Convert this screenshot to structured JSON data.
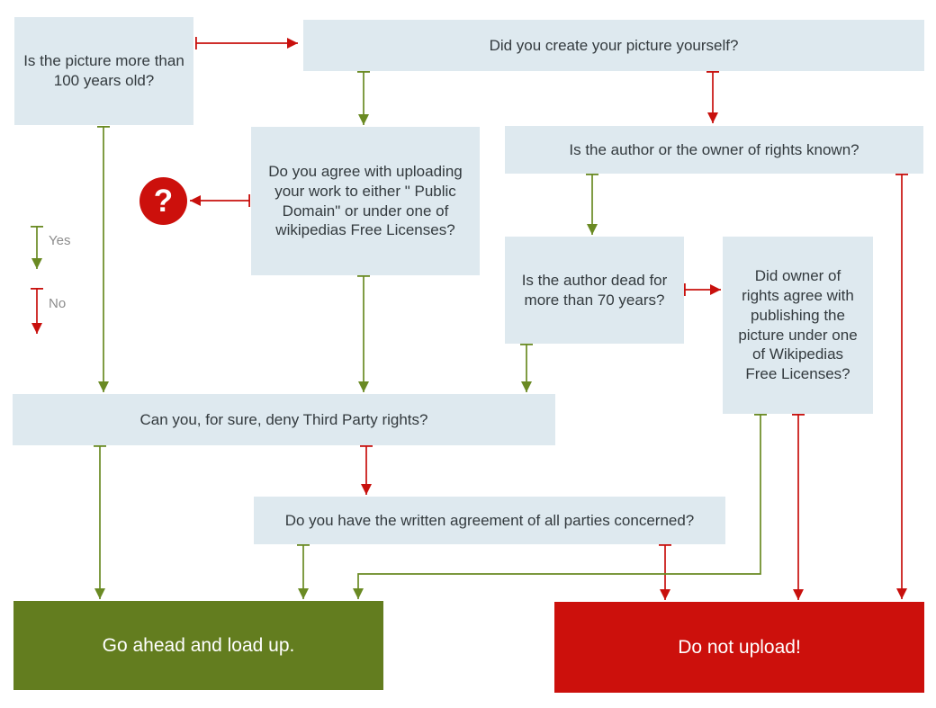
{
  "legend": {
    "yes_label": "Yes",
    "no_label": "No"
  },
  "help_marker": {
    "symbol": "?"
  },
  "nodes": {
    "q_picture_age": {
      "label": "Is the picture more than 100 years old?"
    },
    "q_create_yourself": {
      "label": "Did you create your picture yourself?"
    },
    "q_agree_upload": {
      "label": "Do you agree with uploading your work to either \" Public Domain\" or under one of wikipedias Free Licenses?"
    },
    "q_author_known": {
      "label": "Is the author or  the owner of rights known?"
    },
    "q_author_dead": {
      "label": "Is the author dead for more than 70 years?"
    },
    "q_owner_agree": {
      "label": "Did owner of rights agree with publishing the picture under one of Wikipedias Free Licenses?"
    },
    "q_third_party": {
      "label": "Can you, for sure, deny Third Party rights?"
    },
    "q_written_agreement": {
      "label": "Do you have the written agreement of all parties concerned?"
    },
    "end_go_ahead": {
      "label": "Go ahead and load up."
    },
    "end_do_not_upload": {
      "label": "Do not upload!"
    }
  },
  "edges": [
    {
      "from": "q_picture_age",
      "to": "q_create_yourself",
      "branch": "no"
    },
    {
      "from": "q_picture_age",
      "to": "q_third_party",
      "branch": "yes"
    },
    {
      "from": "q_create_yourself",
      "to": "q_agree_upload",
      "branch": "yes"
    },
    {
      "from": "q_create_yourself",
      "to": "q_author_known",
      "branch": "no"
    },
    {
      "from": "q_agree_upload",
      "to": "help_marker",
      "branch": "no"
    },
    {
      "from": "q_agree_upload",
      "to": "q_third_party",
      "branch": "yes"
    },
    {
      "from": "q_author_known",
      "to": "q_author_dead",
      "branch": "yes"
    },
    {
      "from": "q_author_known",
      "to": "end_do_not_upload",
      "branch": "no"
    },
    {
      "from": "q_author_dead",
      "to": "q_owner_agree",
      "branch": "no"
    },
    {
      "from": "q_author_dead",
      "to": "q_third_party",
      "branch": "yes"
    },
    {
      "from": "q_owner_agree",
      "to": "end_go_ahead",
      "branch": "yes"
    },
    {
      "from": "q_owner_agree",
      "to": "end_do_not_upload",
      "branch": "no"
    },
    {
      "from": "q_third_party",
      "to": "end_go_ahead",
      "branch": "yes"
    },
    {
      "from": "q_third_party",
      "to": "q_written_agreement",
      "branch": "no"
    },
    {
      "from": "q_written_agreement",
      "to": "end_go_ahead",
      "branch": "yes"
    },
    {
      "from": "q_written_agreement",
      "to": "end_do_not_upload",
      "branch": "no"
    }
  ],
  "colors": {
    "question_fill": "#dee9ef",
    "question_text": "#333a3e",
    "yes_green_line": "#6a8a23",
    "no_red_line": "#c8100d",
    "go_terminal_fill": "#637d1f",
    "stop_terminal_fill": "#cc100c",
    "help_circle_fill": "#cc100c",
    "terminal_text": "#ffffff",
    "legend_text": "#8c8c8c"
  }
}
